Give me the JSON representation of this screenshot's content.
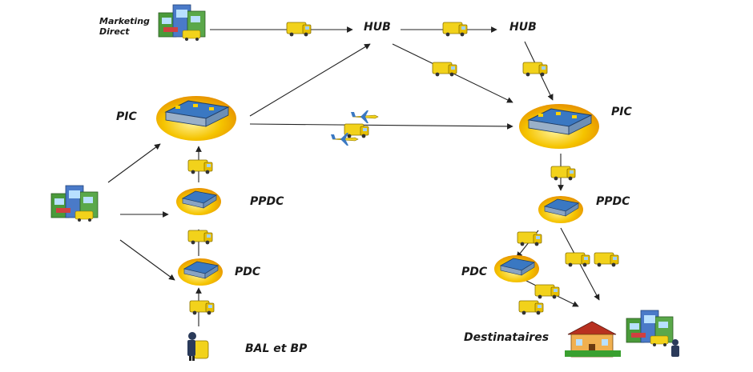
{
  "labels": {
    "marketing_line1": "Marketing",
    "marketing_line2": "Direct",
    "hub_1": "HUB",
    "hub_2": "HUB",
    "pic_left": "PIC",
    "pic_right": "PIC",
    "ppdc_left": "PPDC",
    "ppdc_right": "PPDC",
    "pdc_left": "PDC",
    "pdc_right": "PDC",
    "bal_bp": "BAL et BP",
    "destinataires": "Destinataires"
  },
  "colors": {
    "truck_body": "#f2d21b",
    "truck_cab": "#e8c000",
    "arrow": "#222222",
    "plant_blob": "#f5c400",
    "plant_roof": "#3a78c2",
    "building_green": "#4a9a3a",
    "building_blue": "#4a7ac8",
    "house_roof": "#b83020",
    "house_wall": "#f0b050"
  }
}
